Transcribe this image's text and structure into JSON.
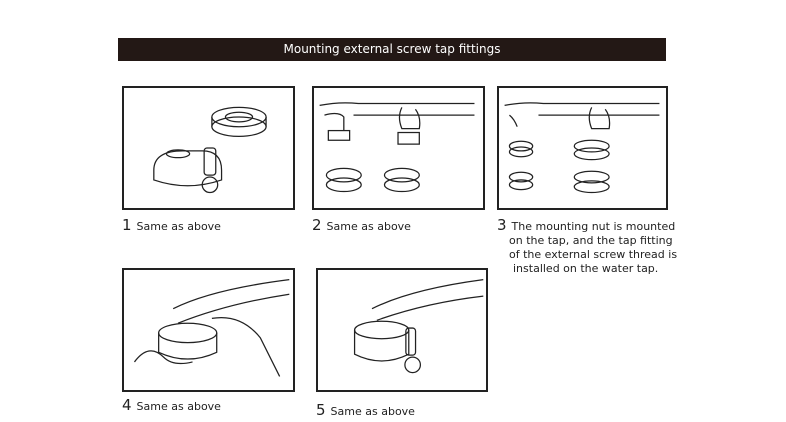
{
  "title": "Mounting external screw tap fittings",
  "steps": [
    {
      "number": "1",
      "text": "Same as above"
    },
    {
      "number": "2",
      "text": "Same as above"
    },
    {
      "number": "3",
      "lines": [
        "The mounting nut is mounted",
        "on the tap, and the tap fitting",
        "of the external screw thread is",
        "installed on the water tap."
      ]
    },
    {
      "number": "4",
      "text": "Same as above"
    },
    {
      "number": "5",
      "text": "Same as above"
    }
  ]
}
